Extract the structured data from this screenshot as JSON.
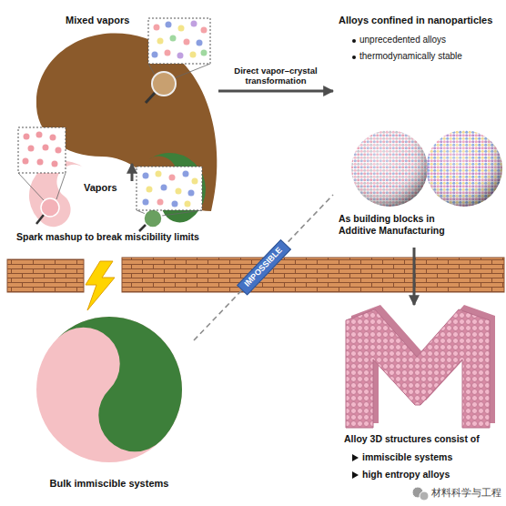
{
  "diagram": {
    "nodes": [
      {
        "text": [
          "Mixed vapors"
        ]
      },
      {
        "text": [
          "Vapors"
        ]
      },
      {
        "text": [
          "Alloys confined in nanoparticles",
          "unprecedented alloys",
          "thermodynamically stable",
          "As building blocks in Additive Manufacturing"
        ]
      },
      {
        "text": [
          "Alloy 3D structures consist of",
          "immiscible systems",
          "high entropy alloys"
        ]
      },
      {
        "text": [
          "Bulk immiscible systems"
        ]
      }
    ],
    "edges": [
      {
        "from": 1,
        "to": 0,
        "arrow": "to"
      },
      {
        "from": 0,
        "to": 2,
        "label": "Direct vapor–crystal transformation",
        "arrow": "to"
      },
      {
        "from": 2,
        "to": 3,
        "arrow": "to"
      },
      {
        "from": 4,
        "to": 2,
        "label": "IMPOSSIBLE",
        "arrow": "none"
      }
    ],
    "labels": [
      "Spark mashup to break miscibility limits",
      "材料科学与工程"
    ]
  }
}
